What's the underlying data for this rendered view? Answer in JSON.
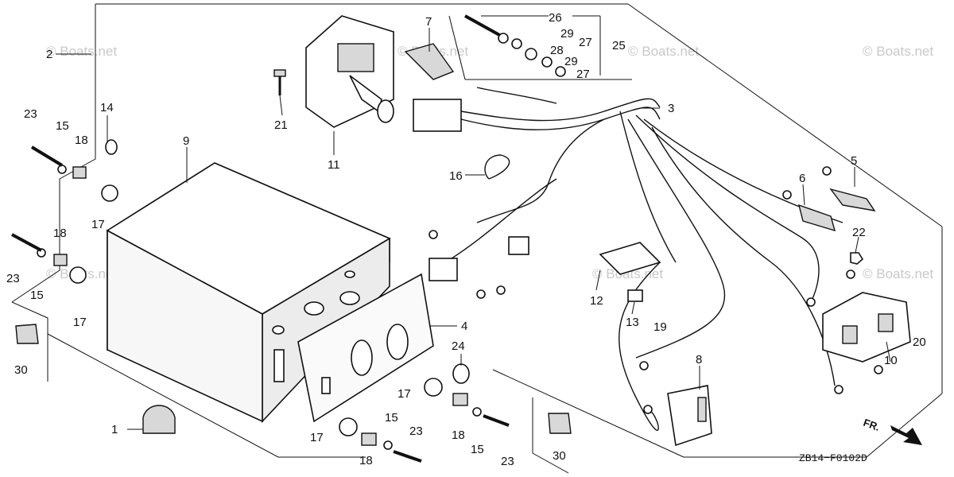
{
  "watermark": "© Boats.net",
  "diagram_code": "ZB14−F0102D",
  "front_marker": "FR.",
  "callouts": {
    "c1": "1",
    "c2": "2",
    "c3": "3",
    "c4": "4",
    "c5": "5",
    "c6": "6",
    "c7": "7",
    "c8": "8",
    "c9": "9",
    "c10": "10",
    "c11": "11",
    "c12": "12",
    "c13": "13",
    "c14": "14",
    "c15a": "15",
    "c15b": "15",
    "c15c": "15",
    "c16": "16",
    "c17a": "17",
    "c17b": "17",
    "c17c": "17",
    "c17d": "17",
    "c18a": "18",
    "c18b": "18",
    "c18c": "18",
    "c18d": "18",
    "c19": "19",
    "c20": "20",
    "c21": "21",
    "c22": "22",
    "c23a": "23",
    "c23b": "23",
    "c23c": "23",
    "c23d": "23",
    "c24": "24",
    "c25": "25",
    "c26": "26",
    "c27a": "27",
    "c27b": "27",
    "c28": "28",
    "c29a": "29",
    "c29b": "29",
    "c30a": "30",
    "c30b": "30"
  }
}
